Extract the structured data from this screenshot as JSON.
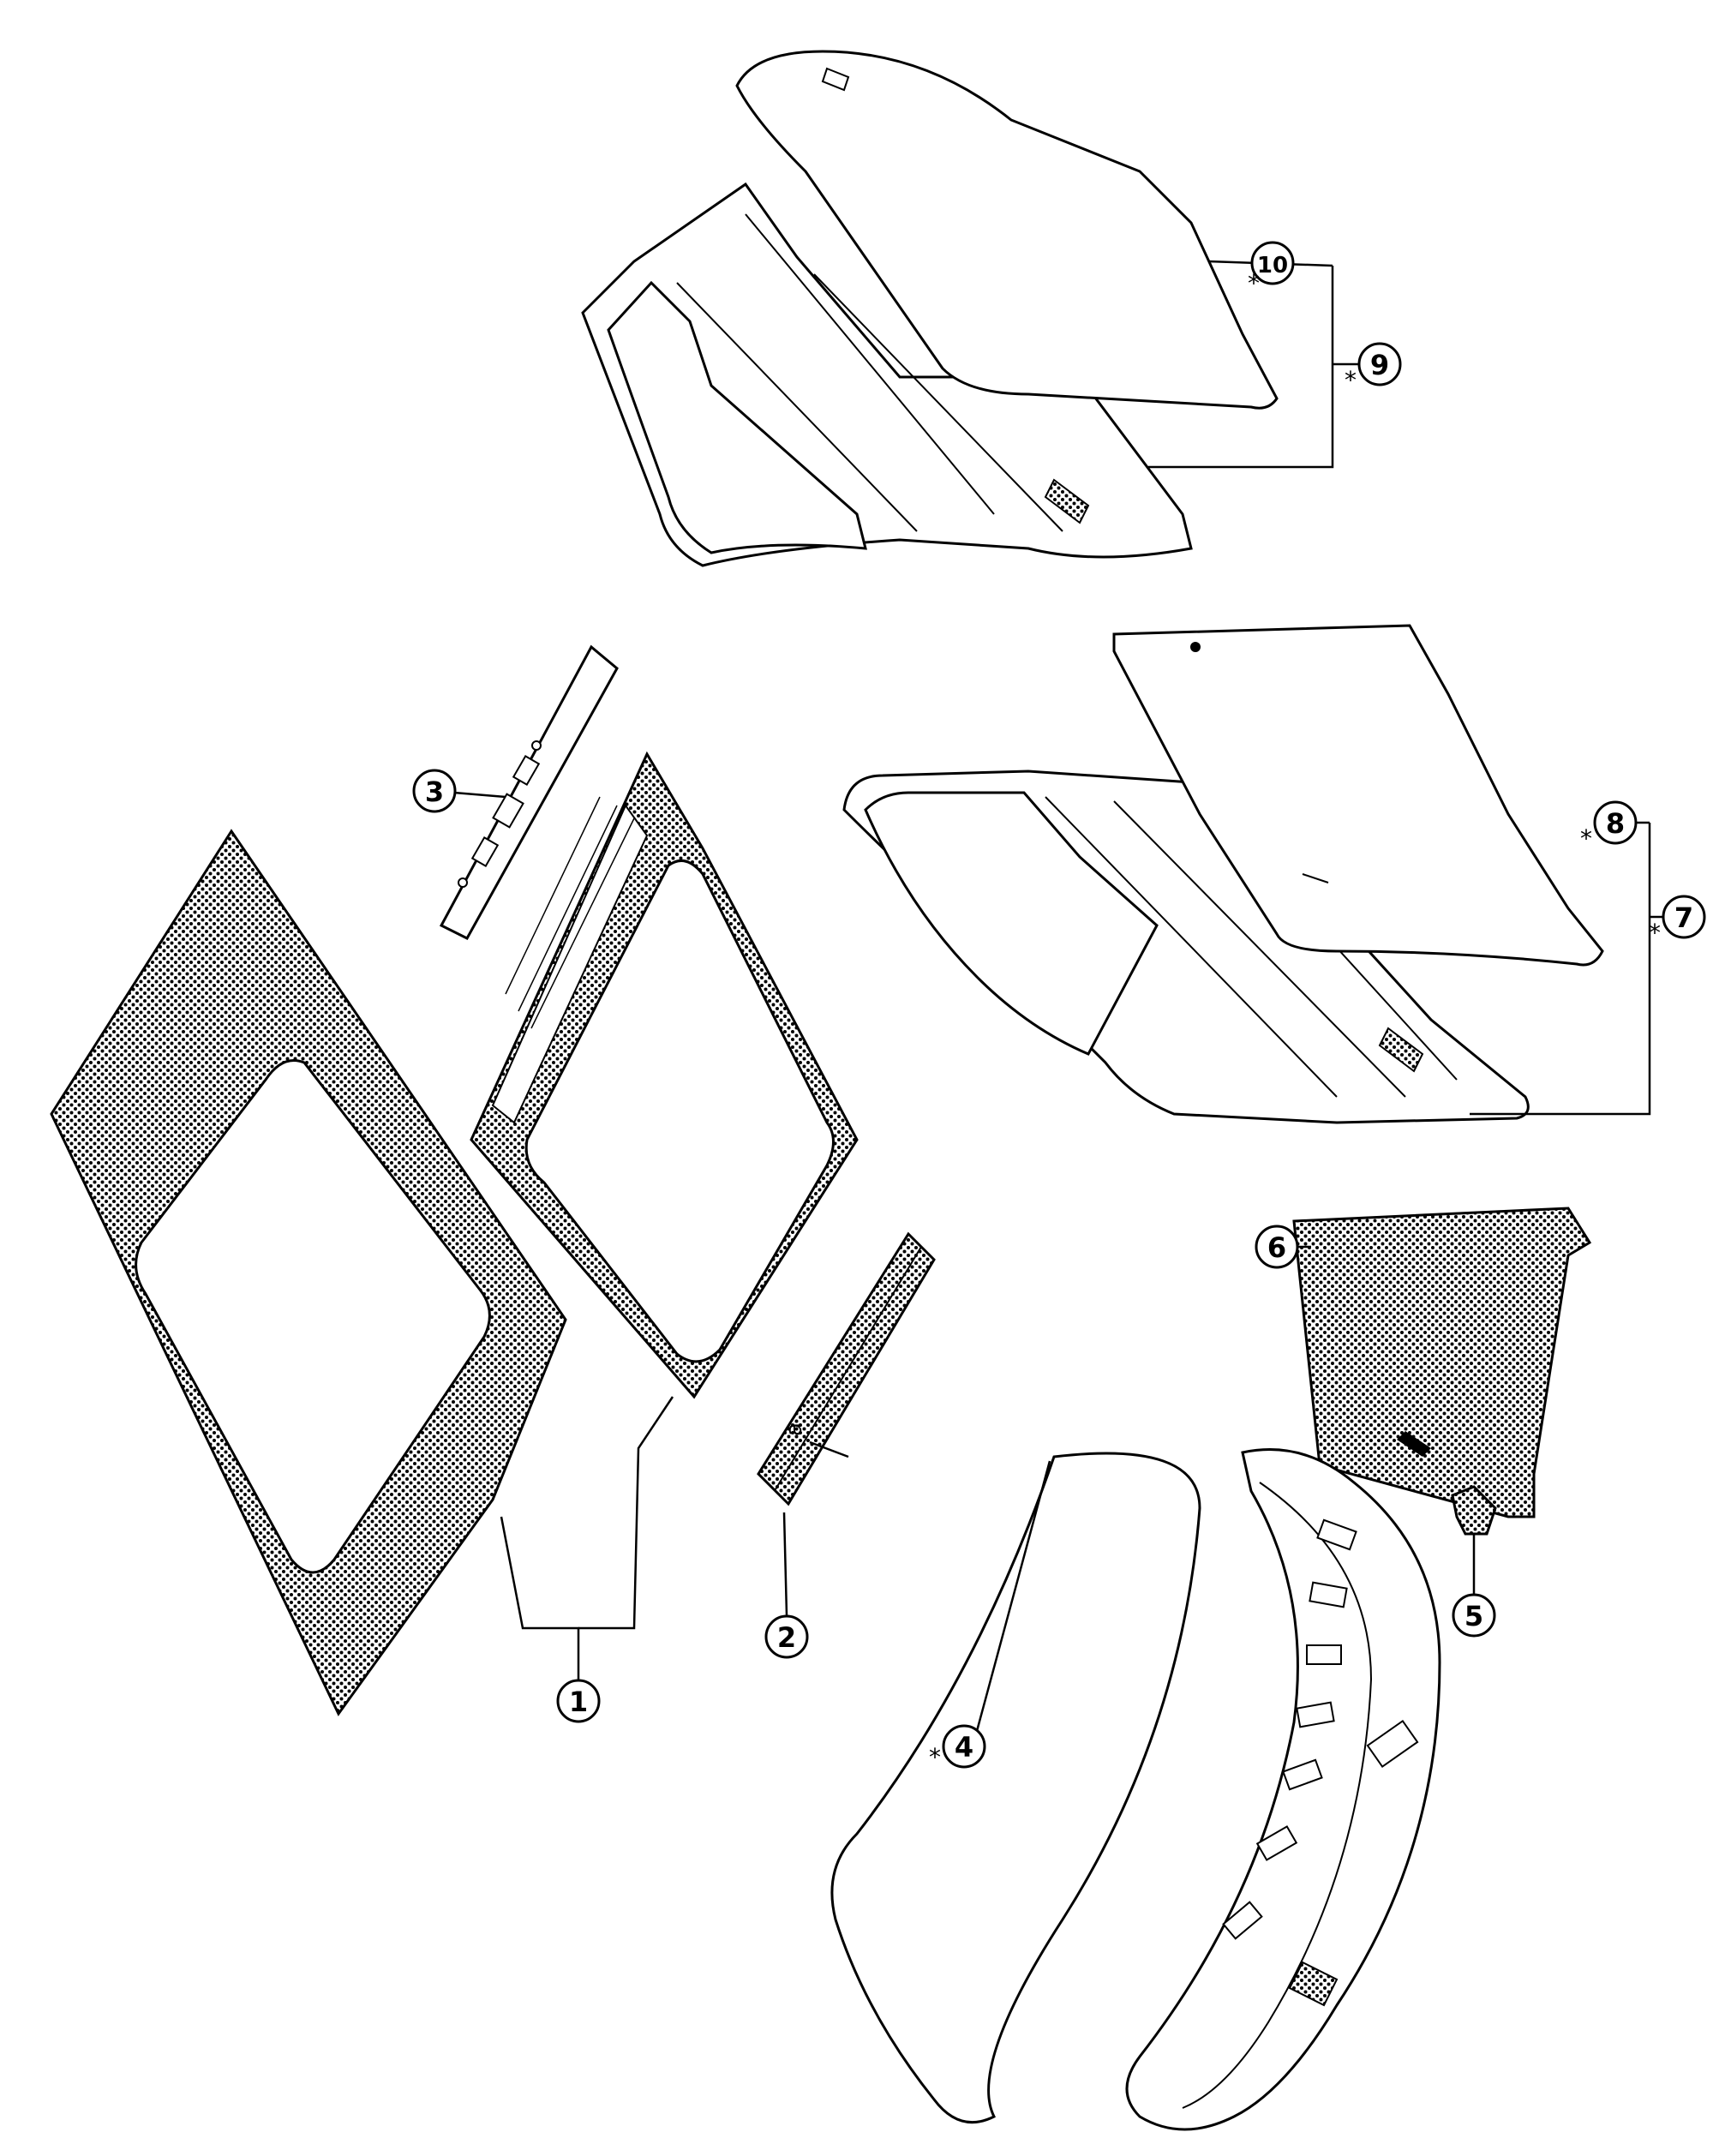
{
  "diagram": {
    "callouts": [
      {
        "id": "1",
        "number": "1",
        "asterisk": ""
      },
      {
        "id": "2",
        "number": "2",
        "asterisk": ""
      },
      {
        "id": "3",
        "number": "3",
        "asterisk": ""
      },
      {
        "id": "4",
        "number": "4",
        "asterisk": "*"
      },
      {
        "id": "5",
        "number": "5",
        "asterisk": ""
      },
      {
        "id": "6",
        "number": "6",
        "asterisk": ""
      },
      {
        "id": "7",
        "number": "7",
        "asterisk": "*"
      },
      {
        "id": "8",
        "number": "8",
        "asterisk": "*"
      },
      {
        "id": "9",
        "number": "9",
        "asterisk": "*"
      },
      {
        "id": "10",
        "number": "10",
        "asterisk": "*"
      }
    ],
    "point_labels": [
      {
        "id": "a",
        "text": "a"
      }
    ],
    "colors": {
      "line": "#000000",
      "background": "#ffffff"
    }
  }
}
